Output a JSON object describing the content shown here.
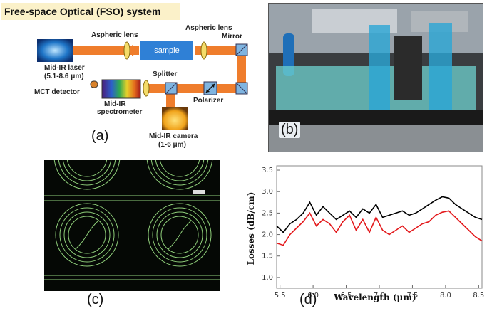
{
  "panel_a": {
    "title": "Free-space Optical (FSO) system",
    "labels": {
      "aspheric_lens_1": "Aspheric lens",
      "aspheric_lens_2": "Aspheric lens",
      "mirror": "Mirror",
      "sample": "sample",
      "laser_line1": "Mid-IR laser",
      "laser_line2": "(5.1-8.6 μm)",
      "splitter": "Splitter",
      "mct_detector": "MCT detector",
      "spectrometer_line1": "Mid-IR",
      "spectrometer_line2": "spectrometer",
      "polarizer": "Polarizer",
      "camera_line1": "Mid-IR camera",
      "camera_line2": "(1-6 μm)"
    },
    "letter": "(a)"
  },
  "panel_b": {
    "letter": "(b)"
  },
  "panel_c": {
    "letter": "(c)"
  },
  "panel_d": {
    "letter": "(d)"
  },
  "colors": {
    "beam": "#ef7d2c",
    "sample": "#2f80d6",
    "series1": "#000000",
    "series2": "#e3191c"
  },
  "chart_data": {
    "type": "line",
    "xlabel": "Wavelength (μm)",
    "ylabel": "Losses (dB/cm)",
    "xlim": [
      5.45,
      8.55
    ],
    "ylim": [
      0.75,
      3.6
    ],
    "xticks": [
      5.5,
      6.0,
      6.5,
      7.0,
      7.5,
      8.0,
      8.5
    ],
    "yticks": [
      1.0,
      1.5,
      2.0,
      2.5,
      3.0,
      3.5
    ],
    "xtick_labels": [
      "5.5",
      "6.0",
      "6.5",
      "7.0",
      "7.5",
      "8.0",
      "8.5"
    ],
    "ytick_labels": [
      "1.0",
      "1.5",
      "2.0",
      "2.5",
      "3.0",
      "3.5"
    ],
    "grid": false,
    "series": [
      {
        "color": "#000000",
        "x": [
          5.45,
          5.55,
          5.65,
          5.75,
          5.85,
          5.95,
          6.05,
          6.15,
          6.25,
          6.35,
          6.45,
          6.55,
          6.65,
          6.75,
          6.85,
          6.95,
          7.05,
          7.15,
          7.25,
          7.35,
          7.45,
          7.55,
          7.65,
          7.75,
          7.85,
          7.95,
          8.05,
          8.15,
          8.25,
          8.35,
          8.45,
          8.55
        ],
        "y": [
          2.2,
          2.05,
          2.25,
          2.35,
          2.5,
          2.75,
          2.45,
          2.65,
          2.5,
          2.35,
          2.45,
          2.55,
          2.4,
          2.6,
          2.5,
          2.7,
          2.4,
          2.45,
          2.5,
          2.55,
          2.45,
          2.5,
          2.6,
          2.7,
          2.8,
          2.88,
          2.85,
          2.7,
          2.6,
          2.5,
          2.4,
          2.35
        ]
      },
      {
        "color": "#e3191c",
        "x": [
          5.45,
          5.55,
          5.65,
          5.75,
          5.85,
          5.95,
          6.05,
          6.15,
          6.25,
          6.35,
          6.45,
          6.55,
          6.65,
          6.75,
          6.85,
          6.95,
          7.05,
          7.15,
          7.25,
          7.35,
          7.45,
          7.55,
          7.65,
          7.75,
          7.85,
          7.95,
          8.05,
          8.15,
          8.25,
          8.35,
          8.45,
          8.55
        ],
        "y": [
          1.8,
          1.75,
          2.0,
          2.15,
          2.3,
          2.5,
          2.2,
          2.35,
          2.25,
          2.05,
          2.3,
          2.45,
          2.1,
          2.35,
          2.05,
          2.4,
          2.1,
          2.0,
          2.1,
          2.2,
          2.05,
          2.15,
          2.25,
          2.3,
          2.45,
          2.52,
          2.55,
          2.4,
          2.25,
          2.1,
          1.95,
          1.85
        ]
      }
    ]
  }
}
